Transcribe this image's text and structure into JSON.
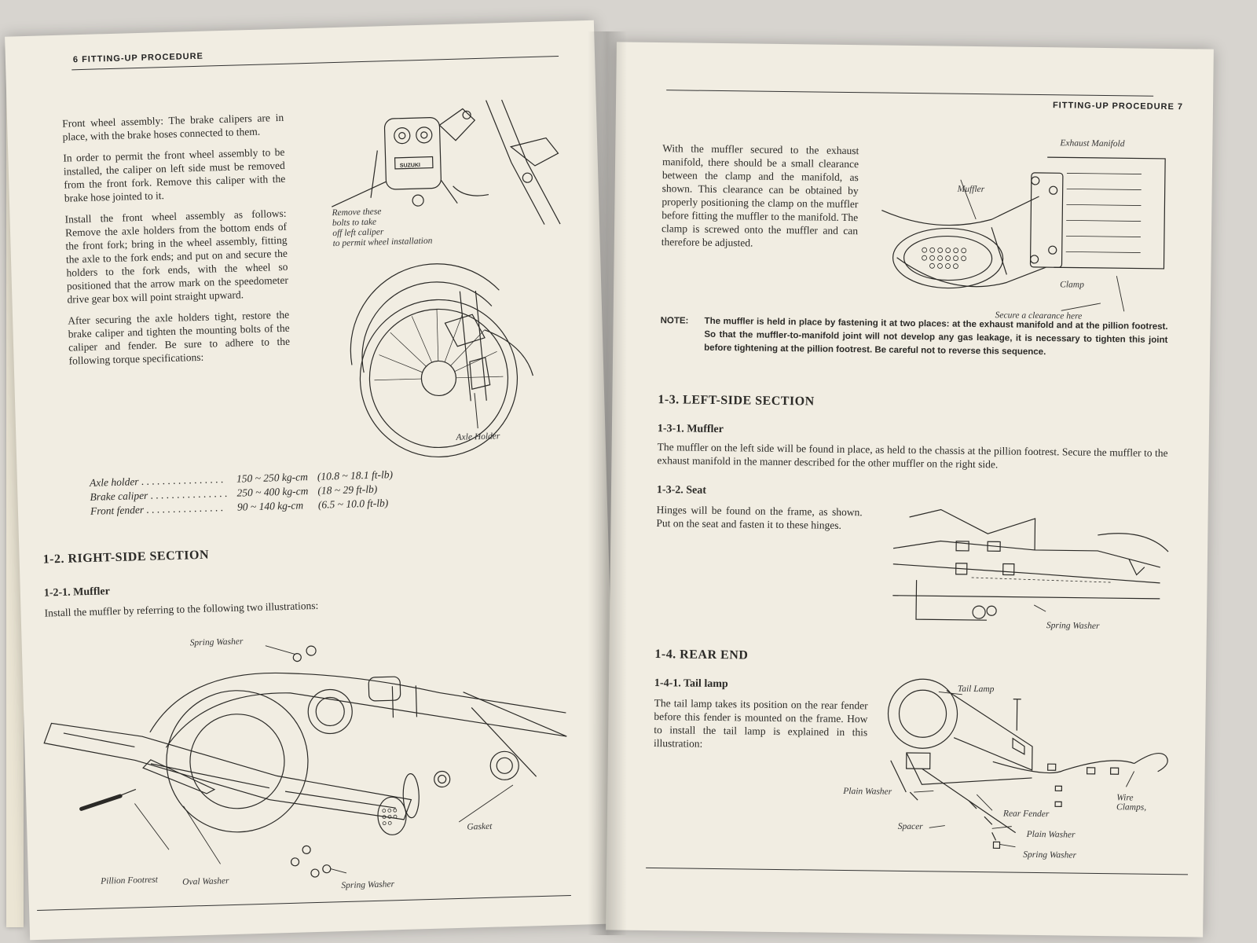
{
  "left_page": {
    "running_head": "6  FITTING-UP PROCEDURE",
    "front_wheel": {
      "para1": "Front wheel assembly: The brake calipers are in place, with the brake hoses connected to them.",
      "para2": "In order to permit the front wheel assembly to be installed, the caliper on left side must be removed from the front fork.  Remove this caliper with the brake hose jointed to it.",
      "para3": "Install the front wheel assembly as follows: Remove the axle holders from the bottom ends of the front fork; bring in the wheel assembly, fitting the axle to the fork ends; and put on and secure the holders to the fork ends, with the wheel so positioned that the arrow mark on the speedometer drive gear box will point straight upward.",
      "para4": "After securing the axle holders tight, restore the brake caliper and tighten the mounting bolts of the caliper and fender.  Be sure to adhere to the following torque specifications:"
    },
    "caliper_caption": [
      "Remove these",
      "bolts to take",
      "off left caliper",
      "to permit wheel installation"
    ],
    "caliper_logo": "SUZUKI",
    "axle_caption": "Axle Holder",
    "torque_table": [
      {
        "item": "Axle holder",
        "metric": "150 ~ 250 kg-cm",
        "imperial": "(10.8 ~ 18.1 ft-lb)"
      },
      {
        "item": "Brake caliper",
        "metric": "250 ~ 400 kg-cm",
        "imperial": "(18 ~ 29 ft-lb)"
      },
      {
        "item": "Front fender",
        "metric": "90 ~ 140 kg-cm",
        "imperial": "(6.5 ~ 10.0 ft-lb)"
      }
    ],
    "section_heading": "1-2.  RIGHT-SIDE SECTION",
    "sub_heading": "1-2-1.  Muffler",
    "sub_text": "Install the muffler by referring to the following two illustrations:",
    "muffler_labels": {
      "spring_washer_top": "Spring Washer",
      "gasket": "Gasket",
      "pillion_footrest": "Pillion Footrest",
      "oval_washer": "Oval Washer",
      "spring_washer_bottom": "Spring Washer"
    }
  },
  "right_page": {
    "running_head": "FITTING-UP PROCEDURE  7",
    "muffler_text": "With the muffler secured to the exhaust manifold, there should be a small clearance between the clamp and the manifold, as shown.  This clearance can be obtained by properly positioning the clamp on the muffler before fitting the muffler to the manifold.  The clamp is screwed onto the muffler and can therefore be adjusted.",
    "manifold_labels": {
      "exhaust_manifold": "Exhaust Manifold",
      "muffler": "Muffler",
      "clamp": "Clamp",
      "secure": "Secure a clearance here"
    },
    "note_label": "NOTE:",
    "note_text": "The muffler is held in place by fastening it at two places: at the exhaust manifold and at the pillion footrest.  So that the muffler-to-manifold joint will not develop any gas leakage, it is necessary to tighten this joint before tightening at the pillion footrest.  Be careful not to reverse this sequence.",
    "left_section_heading": "1-3.  LEFT-SIDE SECTION",
    "muffler_sub_heading": "1-3-1.  Muffler",
    "muffler_sub_text": "The muffler on the left side will be found in place, as held to the chassis at the pillion footrest.  Secure the muffler to the exhaust manifold in the manner described for the other muffler on the right side.",
    "seat_sub_heading": "1-3-2.  Seat",
    "seat_text": "Hinges will be found on the frame, as shown.  Put on the seat and fasten it to these hinges.",
    "seat_label": "Spring Washer",
    "rear_heading": "1-4.  REAR END",
    "tail_sub_heading": "1-4-1.  Tail lamp",
    "tail_text": "The tail lamp takes its position on the rear fender before this fender is mounted on the frame.  How to install the tail lamp is explained in this illustration:",
    "tail_labels": {
      "tail_lamp": "Tail Lamp",
      "plain_washer_left": "Plain Washer",
      "rear_fender": "Rear Fender",
      "spacer": "Spacer",
      "plain_washer_right": "Plain Washer",
      "spring_washer": "Spring Washer",
      "wire_clamps": "Wire Clamps,"
    }
  }
}
